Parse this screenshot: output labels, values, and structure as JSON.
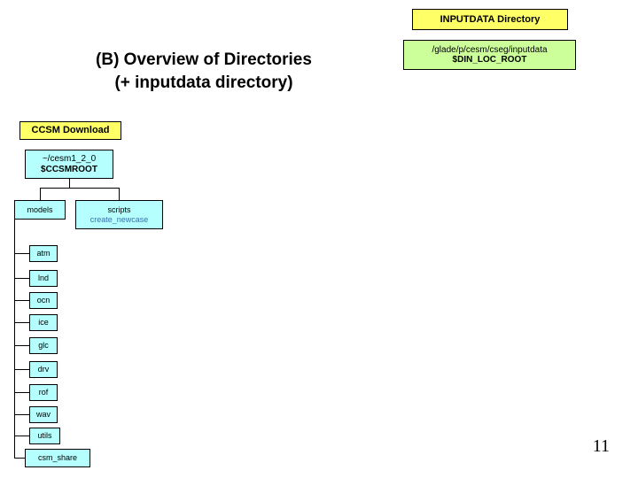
{
  "slide": {
    "title_line1": "(B) Overview of Directories",
    "title_line2": "(+ inputdata directory)",
    "page_number": "11"
  },
  "inputdata": {
    "header_label": "INPUTDATA Directory",
    "path": "/glade/p/cesm/cseg/inputdata",
    "env_var": "$DIN_LOC_ROOT"
  },
  "download": {
    "header_label": "CCSM Download",
    "path": "~/cesm1_2_0",
    "env_var": "$CCSMROOT"
  },
  "tree": {
    "models_label": "models",
    "scripts_label": "scripts",
    "scripts_sub_label": "create_newcase",
    "components": [
      {
        "label": "atm"
      },
      {
        "label": "lnd"
      },
      {
        "label": "ocn"
      },
      {
        "label": "ice"
      },
      {
        "label": "glc"
      },
      {
        "label": "drv"
      },
      {
        "label": "rof"
      },
      {
        "label": "wav"
      },
      {
        "label": "utils"
      },
      {
        "label": "csm_share"
      }
    ]
  },
  "colors": {
    "cyan": "#b5ffff",
    "yellow": "#ffff66",
    "green": "#ccff99",
    "link_blue": "#3a6fb5"
  }
}
